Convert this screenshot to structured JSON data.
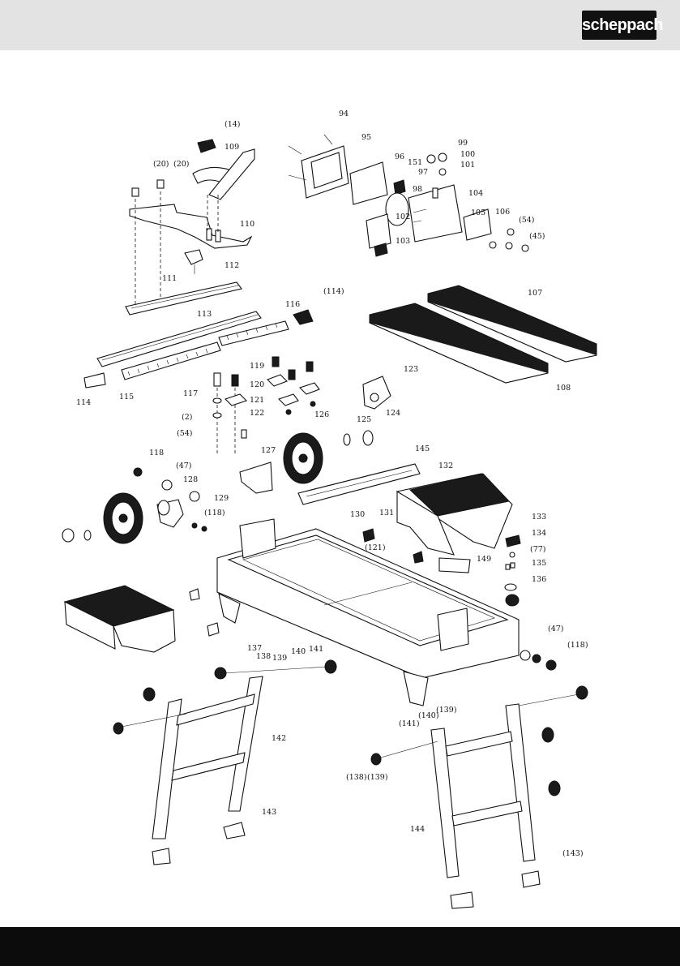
{
  "brand": {
    "logo_text": "scheppach"
  },
  "callouts": [
    {
      "id": "c94",
      "text": "94"
    },
    {
      "id": "c14",
      "text": "(14)"
    },
    {
      "id": "c95",
      "text": "95"
    },
    {
      "id": "c109",
      "text": "109"
    },
    {
      "id": "c96",
      "text": "96"
    },
    {
      "id": "c99",
      "text": "99"
    },
    {
      "id": "c20a",
      "text": "(20)"
    },
    {
      "id": "c20b",
      "text": "(20)"
    },
    {
      "id": "c151",
      "text": "151"
    },
    {
      "id": "c100",
      "text": "100"
    },
    {
      "id": "c97",
      "text": "97"
    },
    {
      "id": "c101",
      "text": "101"
    },
    {
      "id": "c98",
      "text": "98"
    },
    {
      "id": "c104",
      "text": "104"
    },
    {
      "id": "c106",
      "text": "106"
    },
    {
      "id": "c105",
      "text": "105"
    },
    {
      "id": "c102",
      "text": "102"
    },
    {
      "id": "c54a",
      "text": "(54)"
    },
    {
      "id": "c110",
      "text": "110"
    },
    {
      "id": "c45",
      "text": "(45)"
    },
    {
      "id": "c103",
      "text": "103"
    },
    {
      "id": "c112",
      "text": "112"
    },
    {
      "id": "c111",
      "text": "111"
    },
    {
      "id": "c114a",
      "text": "(114)"
    },
    {
      "id": "c107",
      "text": "107"
    },
    {
      "id": "c113",
      "text": "113"
    },
    {
      "id": "c116",
      "text": "116"
    },
    {
      "id": "c119",
      "text": "119"
    },
    {
      "id": "c123",
      "text": "123"
    },
    {
      "id": "c120",
      "text": "120"
    },
    {
      "id": "c117",
      "text": "117"
    },
    {
      "id": "c121",
      "text": "121"
    },
    {
      "id": "c108",
      "text": "108"
    },
    {
      "id": "c114b",
      "text": "114"
    },
    {
      "id": "c115",
      "text": "115"
    },
    {
      "id": "c2",
      "text": "(2)"
    },
    {
      "id": "c122",
      "text": "122"
    },
    {
      "id": "c126",
      "text": "126"
    },
    {
      "id": "c125",
      "text": "125"
    },
    {
      "id": "c124",
      "text": "124"
    },
    {
      "id": "c54b",
      "text": "(54)"
    },
    {
      "id": "c145",
      "text": "145"
    },
    {
      "id": "c127",
      "text": "127"
    },
    {
      "id": "c118a",
      "text": "118"
    },
    {
      "id": "c132",
      "text": "132"
    },
    {
      "id": "c47a",
      "text": "(47)"
    },
    {
      "id": "c128",
      "text": "128"
    },
    {
      "id": "c129",
      "text": "129"
    },
    {
      "id": "c118b",
      "text": "(118)"
    },
    {
      "id": "c131",
      "text": "131"
    },
    {
      "id": "c130",
      "text": "130"
    },
    {
      "id": "c133",
      "text": "133"
    },
    {
      "id": "c134",
      "text": "134"
    },
    {
      "id": "c121b",
      "text": "(121)"
    },
    {
      "id": "c77",
      "text": "(77)"
    },
    {
      "id": "c149",
      "text": "149"
    },
    {
      "id": "c135",
      "text": "135"
    },
    {
      "id": "c136",
      "text": "136"
    },
    {
      "id": "c47b",
      "text": "(47)"
    },
    {
      "id": "c118c",
      "text": "(118)"
    },
    {
      "id": "c137",
      "text": "137"
    },
    {
      "id": "c138",
      "text": "138"
    },
    {
      "id": "c139",
      "text": "139"
    },
    {
      "id": "c140",
      "text": "140"
    },
    {
      "id": "c141",
      "text": "141"
    },
    {
      "id": "c139b",
      "text": "(139)"
    },
    {
      "id": "c140b",
      "text": "(140)"
    },
    {
      "id": "c141b",
      "text": "(141)"
    },
    {
      "id": "c142",
      "text": "142"
    },
    {
      "id": "c138b",
      "text": "(138)"
    },
    {
      "id": "c139c",
      "text": "(139)"
    },
    {
      "id": "c143",
      "text": "143"
    },
    {
      "id": "c144",
      "text": "144"
    },
    {
      "id": "c143b",
      "text": "(143)"
    }
  ]
}
